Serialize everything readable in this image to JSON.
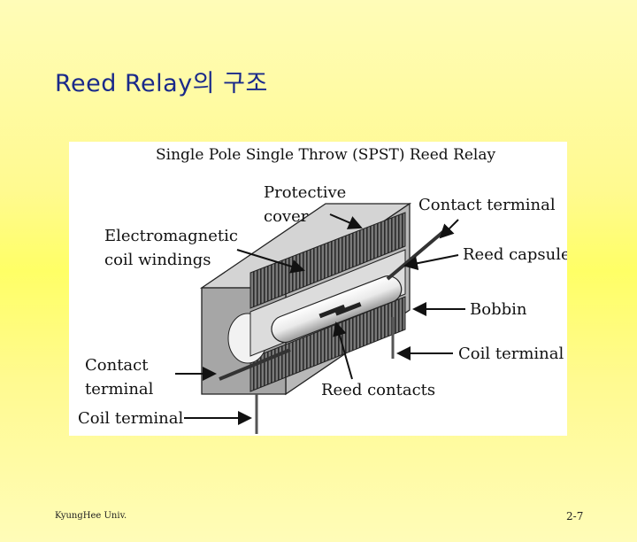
{
  "slide": {
    "title": "Reed Relay의 구조"
  },
  "figure": {
    "heading": "Single Pole Single Throw (SPST) Reed Relay",
    "labels": {
      "protective_cover_1": "Protective",
      "protective_cover_2": "cover",
      "contact_terminal_top": "Contact terminal",
      "electromagnetic_1": "Electromagnetic",
      "electromagnetic_2": "coil windings",
      "reed_capsule": "Reed capsule",
      "bobbin": "Bobbin",
      "coil_terminal_right": "Coil terminal",
      "contact_terminal_left_1": "Contact",
      "contact_terminal_left_2": "terminal",
      "reed_contacts": "Reed contacts",
      "coil_terminal_left": "Coil terminal"
    }
  },
  "footer": {
    "left": "KyungHee Univ.",
    "right": "2-7"
  },
  "colors": {
    "title": "#1a2a8a",
    "background_center": "#ffff66",
    "background_edge": "#fffcb8"
  }
}
